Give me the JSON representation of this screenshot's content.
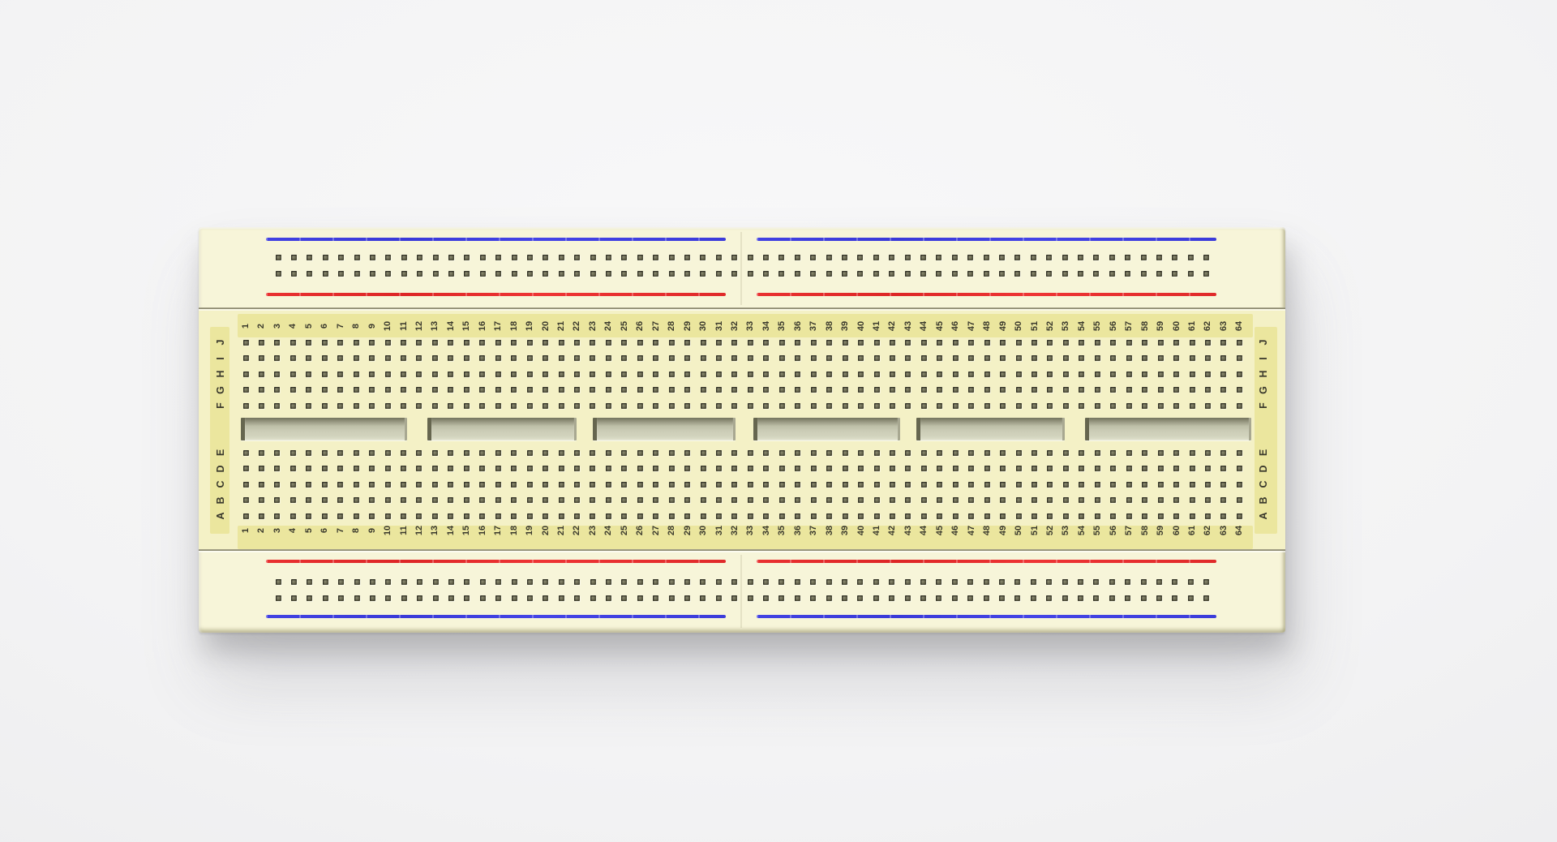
{
  "canvas": {
    "description": "3D rendered solderless breadboard centered on a light gray workspace",
    "background_color": "#f3f3f4"
  },
  "board": {
    "type": "breadboard",
    "colors": {
      "body": "#f7f5d9",
      "main_field": "#f4f1c6",
      "label_strip": "#ebe69e",
      "hole_dark": "#4e4d3a",
      "rail_negative_blue": "#4040e0",
      "rail_positive_red": "#e62c2c",
      "label_text": "#3a392c",
      "channel_fill": "#cbccb6",
      "channel_shadow": "#73735c"
    },
    "columns": {
      "count": 64,
      "numbers": [
        "1",
        "2",
        "3",
        "4",
        "5",
        "6",
        "7",
        "8",
        "9",
        "10",
        "11",
        "12",
        "13",
        "14",
        "15",
        "16",
        "17",
        "18",
        "19",
        "20",
        "21",
        "22",
        "23",
        "24",
        "25",
        "26",
        "27",
        "28",
        "29",
        "30",
        "31",
        "32",
        "33",
        "34",
        "35",
        "36",
        "37",
        "38",
        "39",
        "40",
        "41",
        "42",
        "43",
        "44",
        "45",
        "46",
        "47",
        "48",
        "49",
        "50",
        "51",
        "52",
        "53",
        "54",
        "55",
        "56",
        "57",
        "58",
        "59",
        "60",
        "61",
        "62",
        "63",
        "64"
      ]
    },
    "row_groups": {
      "upper": [
        "F",
        "G",
        "H",
        "I",
        "J"
      ],
      "lower": [
        "A",
        "B",
        "C",
        "D",
        "E"
      ]
    },
    "row_display": {
      "upper_top_to_bottom": [
        "J",
        "I",
        "H",
        "G",
        "F"
      ],
      "lower_top_to_bottom": [
        "E",
        "D",
        "C",
        "B",
        "A"
      ]
    },
    "terminal_grid": {
      "rows_per_group": 5,
      "columns": 64,
      "hole_shape": "square"
    },
    "power_rails": {
      "rails": [
        "top",
        "bottom"
      ],
      "rows_per_rail": 2,
      "holes_per_row": 60,
      "top_rail_line_order_top_to_bottom": [
        "blue",
        "red"
      ],
      "bottom_rail_line_order_top_to_bottom": [
        "red",
        "blue"
      ],
      "line_segments_per_stripe": 2
    },
    "center_channel": {
      "slot_count": 6
    },
    "number_strips": [
      "above upper rows",
      "below lower rows"
    ],
    "letter_strips": [
      "left side",
      "right side"
    ]
  }
}
